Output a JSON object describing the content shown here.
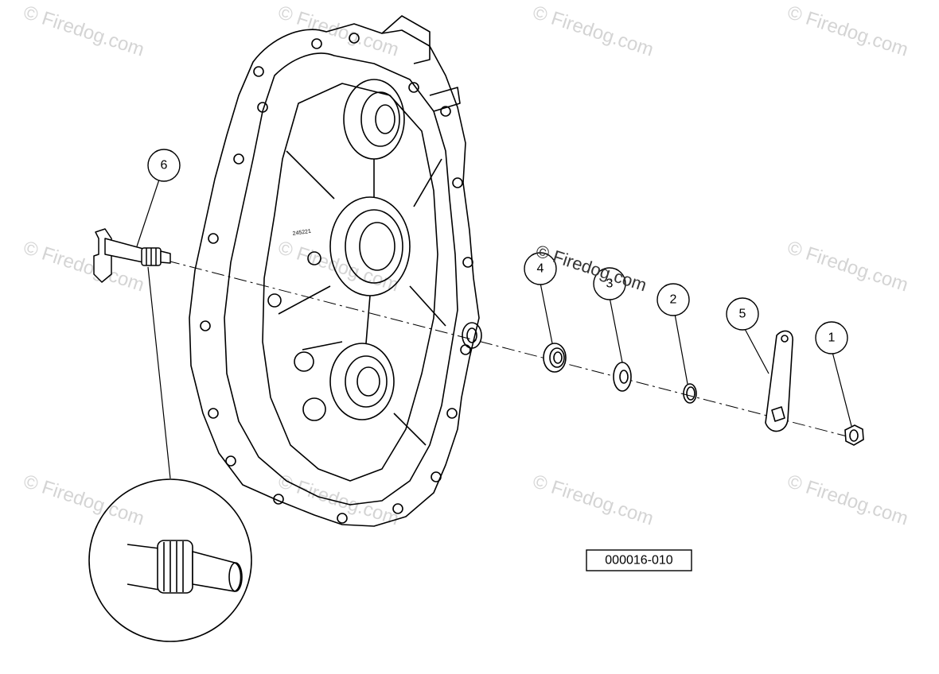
{
  "figure_id": "000016-010",
  "casting_number": "245221",
  "watermark_text": "© Firedog.com",
  "callouts": [
    {
      "id": "callout-1",
      "label": "1"
    },
    {
      "id": "callout-2",
      "label": "2"
    },
    {
      "id": "callout-3",
      "label": "3"
    },
    {
      "id": "callout-4",
      "label": "4"
    },
    {
      "id": "callout-5",
      "label": "5"
    },
    {
      "id": "callout-6",
      "label": "6"
    }
  ],
  "colors": {
    "line": "#000000",
    "watermark": "#d4d4d4",
    "background": "#ffffff"
  }
}
